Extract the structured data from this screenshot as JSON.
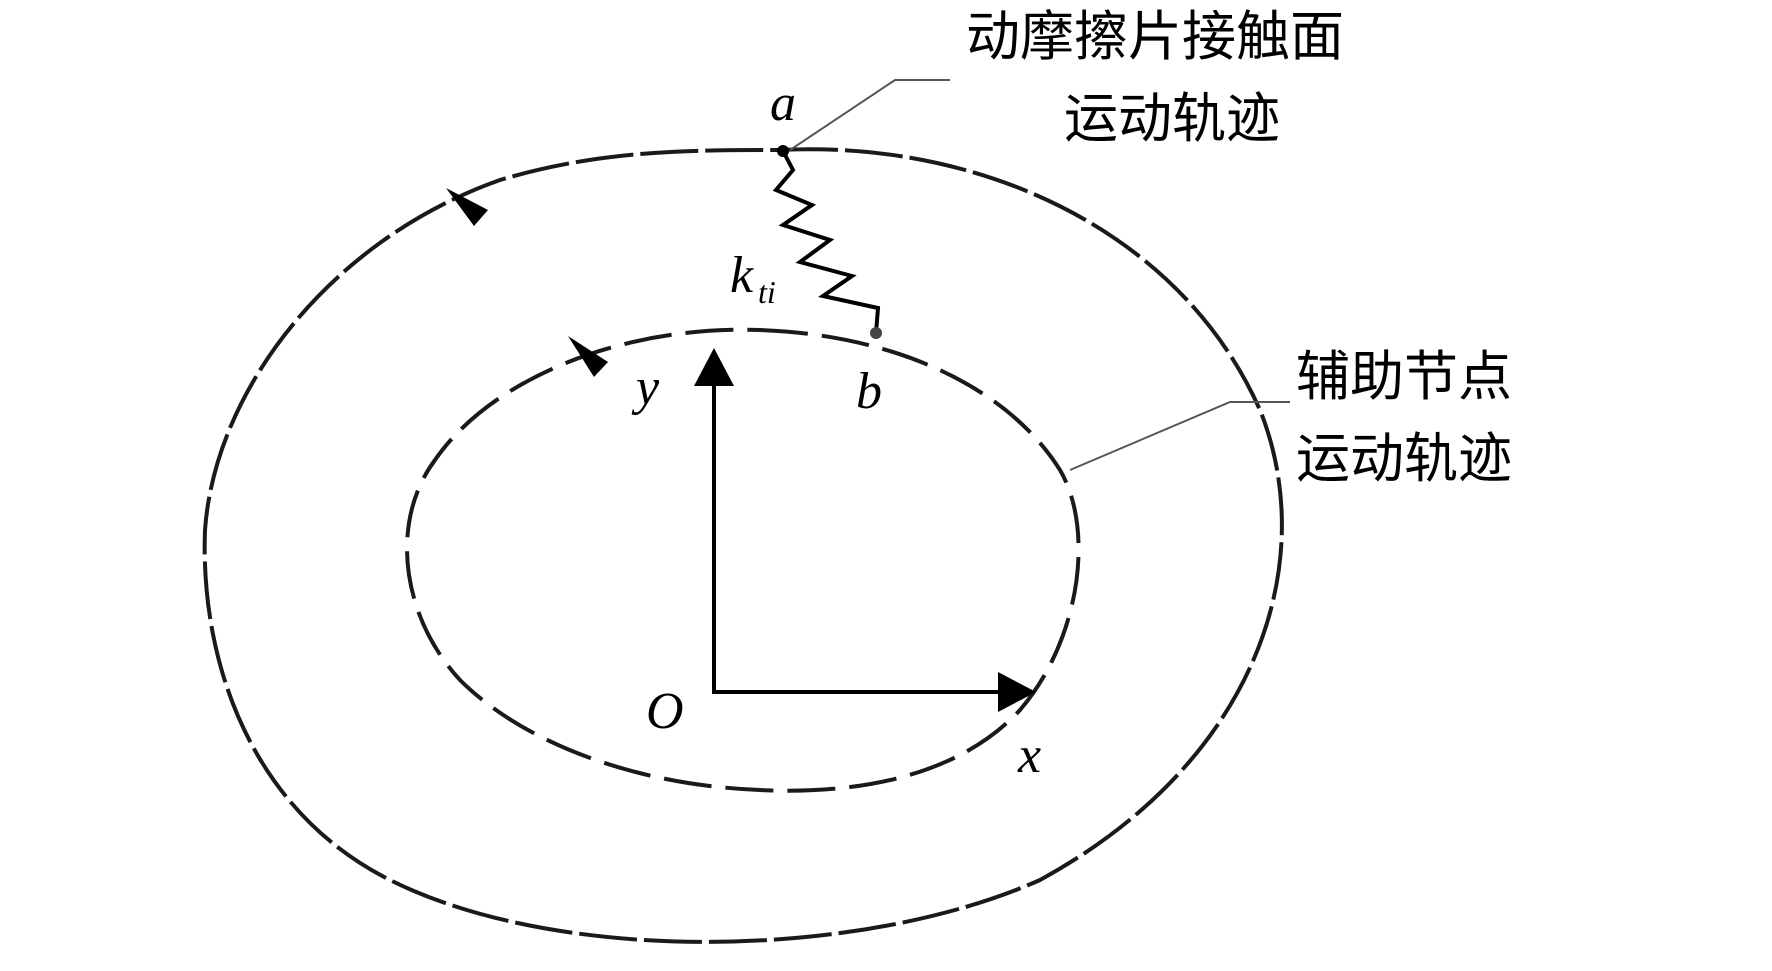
{
  "labels": {
    "outer_trajectory_line1": "动摩擦片接触面",
    "outer_trajectory_line2": "运动轨迹",
    "inner_trajectory_line1": "辅助节点",
    "inner_trajectory_line2": "运动轨迹",
    "point_a": "a",
    "point_b": "b",
    "spring_k": "k",
    "spring_sub": "ti",
    "axis_y": "y",
    "axis_x": "x",
    "origin": "O"
  },
  "colors": {
    "line": "#000000",
    "dashed_curve": "#1a1a1a",
    "leader": "#555555"
  }
}
